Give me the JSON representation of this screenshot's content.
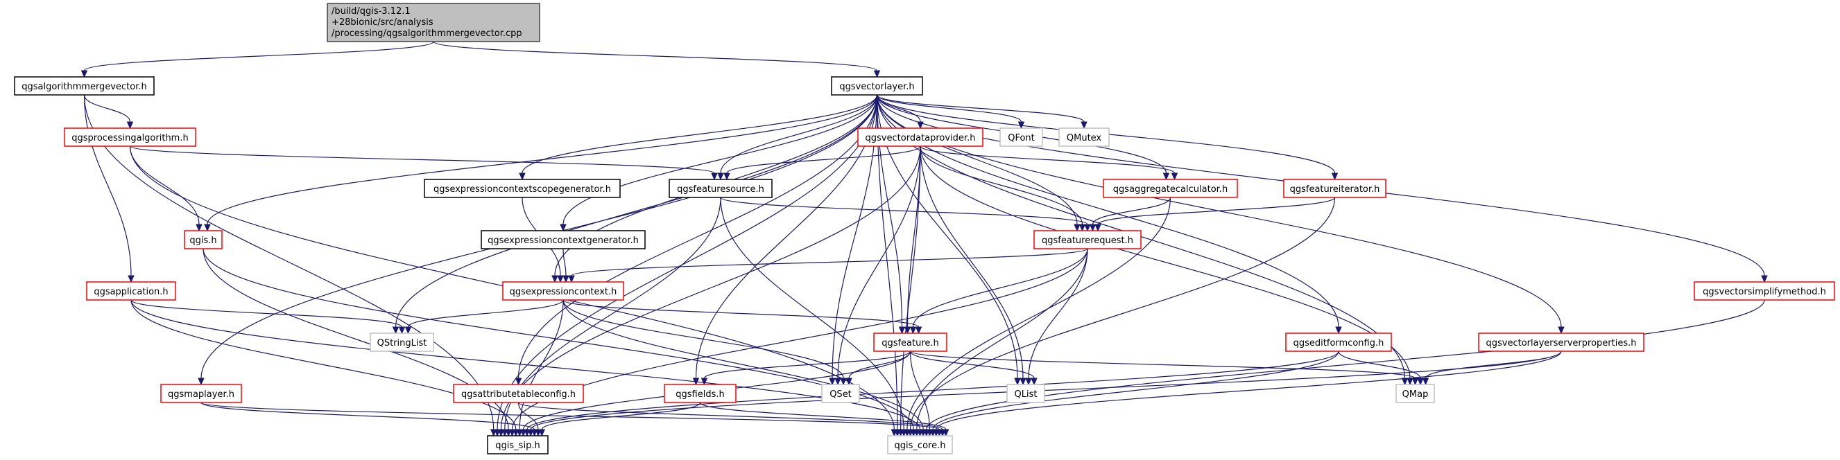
{
  "title": "Include dependency graph for qgsalgorithmmergevector.cpp",
  "colors": {
    "edge": "#191970",
    "root_fill": "#bfbfbf",
    "root_border": "#404040",
    "documented_border": "#000000",
    "incomplete_border": "#ff0000",
    "external_border": "#bfbfbf",
    "node_fill": "#ffffff"
  },
  "nodes": [
    {
      "id": "root",
      "lines": [
        "/build/qgis-3.12.1",
        "+28bionic/src/analysis",
        "/processing/qgsalgorithmmergevector.cpp"
      ],
      "kind": "root"
    },
    {
      "id": "qgsalgorithmmergevector_h",
      "lines": [
        "qgsalgorithmmergevector.h"
      ],
      "kind": "documented"
    },
    {
      "id": "qgsvectorlayer_h",
      "lines": [
        "qgsvectorlayer.h"
      ],
      "kind": "documented"
    },
    {
      "id": "qgsprocessingalgorithm_h",
      "lines": [
        "qgsprocessingalgorithm.h"
      ],
      "kind": "incomplete"
    },
    {
      "id": "qgsvectordataprovider_h",
      "lines": [
        "qgsvectordataprovider.h"
      ],
      "kind": "incomplete"
    },
    {
      "id": "QFont",
      "lines": [
        "QFont"
      ],
      "kind": "external"
    },
    {
      "id": "QMutex",
      "lines": [
        "QMutex"
      ],
      "kind": "external"
    },
    {
      "id": "qgsexpressioncontextscopegenerator_h",
      "lines": [
        "qgsexpressioncontextscopegenerator.h"
      ],
      "kind": "documented"
    },
    {
      "id": "qgsfeaturesource_h",
      "lines": [
        "qgsfeaturesource.h"
      ],
      "kind": "documented"
    },
    {
      "id": "qgsaggregatecalculator_h",
      "lines": [
        "qgsaggregatecalculator.h"
      ],
      "kind": "incomplete"
    },
    {
      "id": "qgsfeatureiterator_h",
      "lines": [
        "qgsfeatureiterator.h"
      ],
      "kind": "incomplete"
    },
    {
      "id": "qgis_h",
      "lines": [
        "qgis.h"
      ],
      "kind": "incomplete"
    },
    {
      "id": "qgsexpressioncontextgenerator_h",
      "lines": [
        "qgsexpressioncontextgenerator.h"
      ],
      "kind": "documented"
    },
    {
      "id": "qgsfeaturerequest_h",
      "lines": [
        "qgsfeaturerequest.h"
      ],
      "kind": "incomplete"
    },
    {
      "id": "qgsapplication_h",
      "lines": [
        "qgsapplication.h"
      ],
      "kind": "incomplete"
    },
    {
      "id": "qgsexpressioncontext_h",
      "lines": [
        "qgsexpressioncontext.h"
      ],
      "kind": "incomplete"
    },
    {
      "id": "qgsvectorsimplifymethod_h",
      "lines": [
        "qgsvectorsimplifymethod.h"
      ],
      "kind": "incomplete"
    },
    {
      "id": "QStringList",
      "lines": [
        "QStringList"
      ],
      "kind": "external"
    },
    {
      "id": "qgsfeature_h",
      "lines": [
        "qgsfeature.h"
      ],
      "kind": "incomplete"
    },
    {
      "id": "qgseditformconfig_h",
      "lines": [
        "qgseditformconfig.h"
      ],
      "kind": "incomplete"
    },
    {
      "id": "qgsvectorlayerserverproperties_h",
      "lines": [
        "qgsvectorlayerserverproperties.h"
      ],
      "kind": "incomplete"
    },
    {
      "id": "qgsmaplayer_h",
      "lines": [
        "qgsmaplayer.h"
      ],
      "kind": "incomplete"
    },
    {
      "id": "qgsattributetableconfig_h",
      "lines": [
        "qgsattributetableconfig.h"
      ],
      "kind": "incomplete"
    },
    {
      "id": "qgsfields_h",
      "lines": [
        "qgsfields.h"
      ],
      "kind": "incomplete"
    },
    {
      "id": "QSet",
      "lines": [
        "QSet"
      ],
      "kind": "external"
    },
    {
      "id": "QList",
      "lines": [
        "QList"
      ],
      "kind": "external"
    },
    {
      "id": "QMap",
      "lines": [
        "QMap"
      ],
      "kind": "external"
    },
    {
      "id": "qgis_sip_h",
      "lines": [
        "qgis_sip.h"
      ],
      "kind": "documented"
    },
    {
      "id": "qgis_core_h",
      "lines": [
        "qgis_core.h"
      ],
      "kind": "external"
    }
  ],
  "edges": [
    [
      "root",
      "qgsalgorithmmergevector_h"
    ],
    [
      "root",
      "qgsvectorlayer_h"
    ],
    [
      "qgsalgorithmmergevector_h",
      "qgsprocessingalgorithm_h"
    ],
    [
      "qgsalgorithmmergevector_h",
      "qgsapplication_h"
    ],
    [
      "qgsalgorithmmergevector_h",
      "qgis_sip_h"
    ],
    [
      "qgsprocessingalgorithm_h",
      "qgis_h"
    ],
    [
      "qgsprocessingalgorithm_h",
      "qgsfeaturesource_h"
    ],
    [
      "qgsprocessingalgorithm_h",
      "qgis_core_h"
    ],
    [
      "qgsvectorlayer_h",
      "qgis_h"
    ],
    [
      "qgsvectorlayer_h",
      "qgsvectordataprovider_h"
    ],
    [
      "qgsvectorlayer_h",
      "QFont"
    ],
    [
      "qgsvectorlayer_h",
      "QMutex"
    ],
    [
      "qgsvectorlayer_h",
      "qgsexpressioncontextscopegenerator_h"
    ],
    [
      "qgsvectorlayer_h",
      "qgsfeaturesource_h"
    ],
    [
      "qgsvectorlayer_h",
      "qgsaggregatecalculator_h"
    ],
    [
      "qgsvectorlayer_h",
      "qgsfeatureiterator_h"
    ],
    [
      "qgsvectorlayer_h",
      "qgsexpressioncontextgenerator_h"
    ],
    [
      "qgsvectorlayer_h",
      "qgsfeaturerequest_h"
    ],
    [
      "qgsvectorlayer_h",
      "qgsexpressioncontext_h"
    ],
    [
      "qgsvectorlayer_h",
      "qgsvectorsimplifymethod_h"
    ],
    [
      "qgsvectorlayer_h",
      "QStringList"
    ],
    [
      "qgsvectorlayer_h",
      "qgsfeature_h"
    ],
    [
      "qgsvectorlayer_h",
      "qgseditformconfig_h"
    ],
    [
      "qgsvectorlayer_h",
      "qgsvectorlayerserverproperties_h"
    ],
    [
      "qgsvectorlayer_h",
      "qgsmaplayer_h"
    ],
    [
      "qgsvectorlayer_h",
      "qgsattributetableconfig_h"
    ],
    [
      "qgsvectorlayer_h",
      "qgsfields_h"
    ],
    [
      "qgsvectorlayer_h",
      "QSet"
    ],
    [
      "qgsvectorlayer_h",
      "QList"
    ],
    [
      "qgsvectorlayer_h",
      "QMap"
    ],
    [
      "qgsvectorlayer_h",
      "qgis_sip_h"
    ],
    [
      "qgsvectorlayer_h",
      "qgis_core_h"
    ],
    [
      "qgsvectordataprovider_h",
      "qgsfeaturesource_h"
    ],
    [
      "qgsvectordataprovider_h",
      "qgsaggregatecalculator_h"
    ],
    [
      "qgsvectordataprovider_h",
      "qgsfeaturerequest_h"
    ],
    [
      "qgsvectordataprovider_h",
      "qgsfeature_h"
    ],
    [
      "qgsvectordataprovider_h",
      "QSet"
    ],
    [
      "qgsvectordataprovider_h",
      "QList"
    ],
    [
      "qgsvectordataprovider_h",
      "QMap"
    ],
    [
      "qgsvectordataprovider_h",
      "qgis_sip_h"
    ],
    [
      "qgsvectordataprovider_h",
      "qgis_core_h"
    ],
    [
      "qgsexpressioncontextscopegenerator_h",
      "qgsexpressioncontext_h"
    ],
    [
      "qgsfeaturesource_h",
      "qgsfeaturerequest_h"
    ],
    [
      "qgsfeaturesource_h",
      "qgis_sip_h"
    ],
    [
      "qgsfeaturesource_h",
      "qgis_core_h"
    ],
    [
      "qgsaggregatecalculator_h",
      "qgsfeaturerequest_h"
    ],
    [
      "qgsaggregatecalculator_h",
      "qgis_core_h"
    ],
    [
      "qgsfeatureiterator_h",
      "qgsfeaturerequest_h"
    ],
    [
      "qgsfeatureiterator_h",
      "qgis_core_h"
    ],
    [
      "qgis_h",
      "qgis_sip_h"
    ],
    [
      "qgis_h",
      "qgis_core_h"
    ],
    [
      "qgsexpressioncontextgenerator_h",
      "qgsexpressioncontext_h"
    ],
    [
      "qgsfeaturerequest_h",
      "qgsexpressioncontext_h"
    ],
    [
      "qgsfeaturerequest_h",
      "qgsfeature_h"
    ],
    [
      "qgsfeaturerequest_h",
      "QList"
    ],
    [
      "qgsfeaturerequest_h",
      "qgis_sip_h"
    ],
    [
      "qgsfeaturerequest_h",
      "qgis_core_h"
    ],
    [
      "qgsapplication_h",
      "QStringList"
    ],
    [
      "qgsapplication_h",
      "qgis_sip_h"
    ],
    [
      "qgsapplication_h",
      "qgis_core_h"
    ],
    [
      "qgsexpressioncontext_h",
      "QStringList"
    ],
    [
      "qgsexpressioncontext_h",
      "qgsfeature_h"
    ],
    [
      "qgsexpressioncontext_h",
      "QSet"
    ],
    [
      "qgsexpressioncontext_h",
      "qgis_sip_h"
    ],
    [
      "qgsexpressioncontext_h",
      "qgis_core_h"
    ],
    [
      "qgsvectorsimplifymethod_h",
      "qgis_core_h"
    ],
    [
      "qgsfeature_h",
      "qgsfields_h"
    ],
    [
      "qgsfeature_h",
      "QSet"
    ],
    [
      "qgsfeature_h",
      "QList"
    ],
    [
      "qgsfeature_h",
      "QMap"
    ],
    [
      "qgsfeature_h",
      "qgis_sip_h"
    ],
    [
      "qgsfeature_h",
      "qgis_core_h"
    ],
    [
      "qgseditformconfig_h",
      "QMap"
    ],
    [
      "qgseditformconfig_h",
      "qgis_sip_h"
    ],
    [
      "qgseditformconfig_h",
      "qgis_core_h"
    ],
    [
      "qgsvectorlayerserverproperties_h",
      "QMap"
    ],
    [
      "qgsvectorlayerserverproperties_h",
      "qgis_sip_h"
    ],
    [
      "qgsvectorlayerserverproperties_h",
      "qgis_core_h"
    ],
    [
      "qgsmaplayer_h",
      "qgis_sip_h"
    ],
    [
      "qgsmaplayer_h",
      "qgis_core_h"
    ],
    [
      "qgsattributetableconfig_h",
      "qgis_sip_h"
    ],
    [
      "qgsattributetableconfig_h",
      "qgis_core_h"
    ],
    [
      "qgsfields_h",
      "qgis_sip_h"
    ],
    [
      "qgsfields_h",
      "qgis_core_h"
    ]
  ]
}
